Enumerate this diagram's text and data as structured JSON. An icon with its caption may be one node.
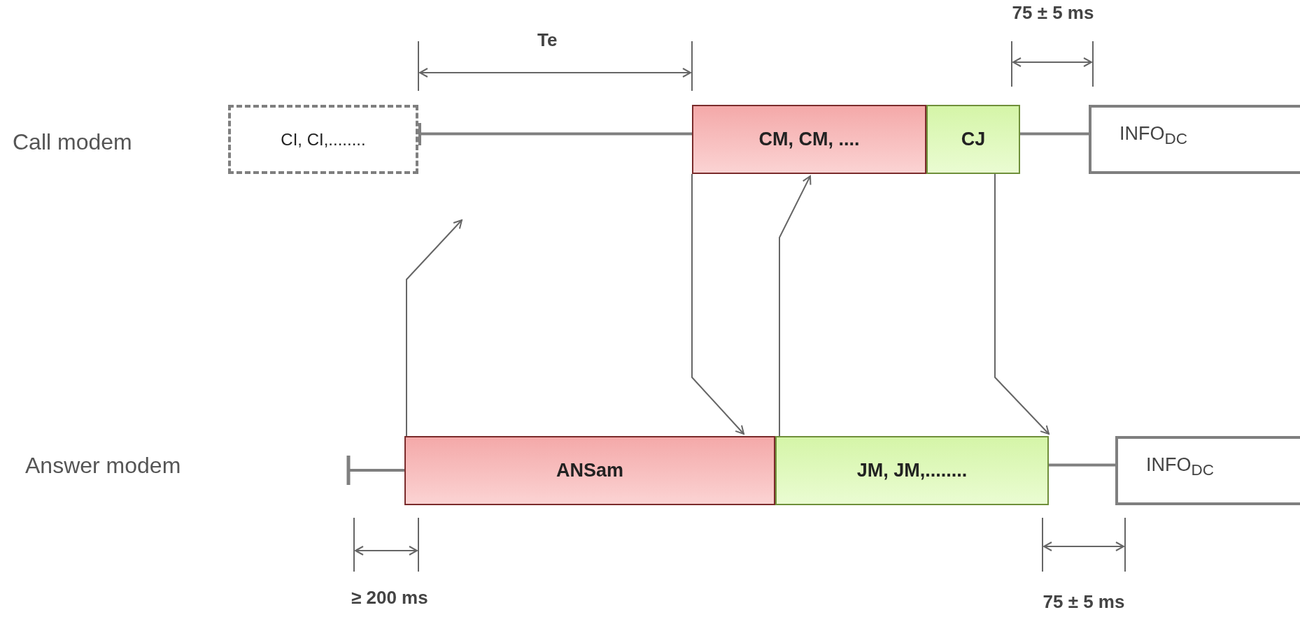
{
  "diagram": {
    "nodes": [
      {
        "text": [
          "CI, CI,........"
        ]
      },
      {
        "text": [
          "CM, CM, ...."
        ]
      },
      {
        "text": [
          "CJ"
        ]
      },
      {
        "text": [
          "INFO$_{DC}$"
        ]
      },
      {
        "text": [
          "ANSam"
        ]
      },
      {
        "text": [
          "JM, JM,........"
        ]
      },
      {
        "text": [
          "INFO$_{DC}$"
        ]
      }
    ],
    "edges": [
      {
        "from": 4,
        "to": null,
        "arrow": "to"
      },
      {
        "from": 1,
        "to": 4,
        "arrow": "to"
      },
      {
        "from": 5,
        "to": 1,
        "arrow": "to"
      },
      {
        "from": 2,
        "to": 5,
        "arrow": "to"
      },
      {
        "from": 0,
        "to": 1,
        "arrow": "none"
      },
      {
        "from": 2,
        "to": 3,
        "arrow": "none"
      },
      {
        "from": 5,
        "to": 6,
        "arrow": "none"
      }
    ],
    "labels": [
      "75 ± 5 ms",
      "Te",
      "Call modem",
      "Answer modem",
      "≥ 200 ms",
      "75 ± 5 ms"
    ]
  }
}
